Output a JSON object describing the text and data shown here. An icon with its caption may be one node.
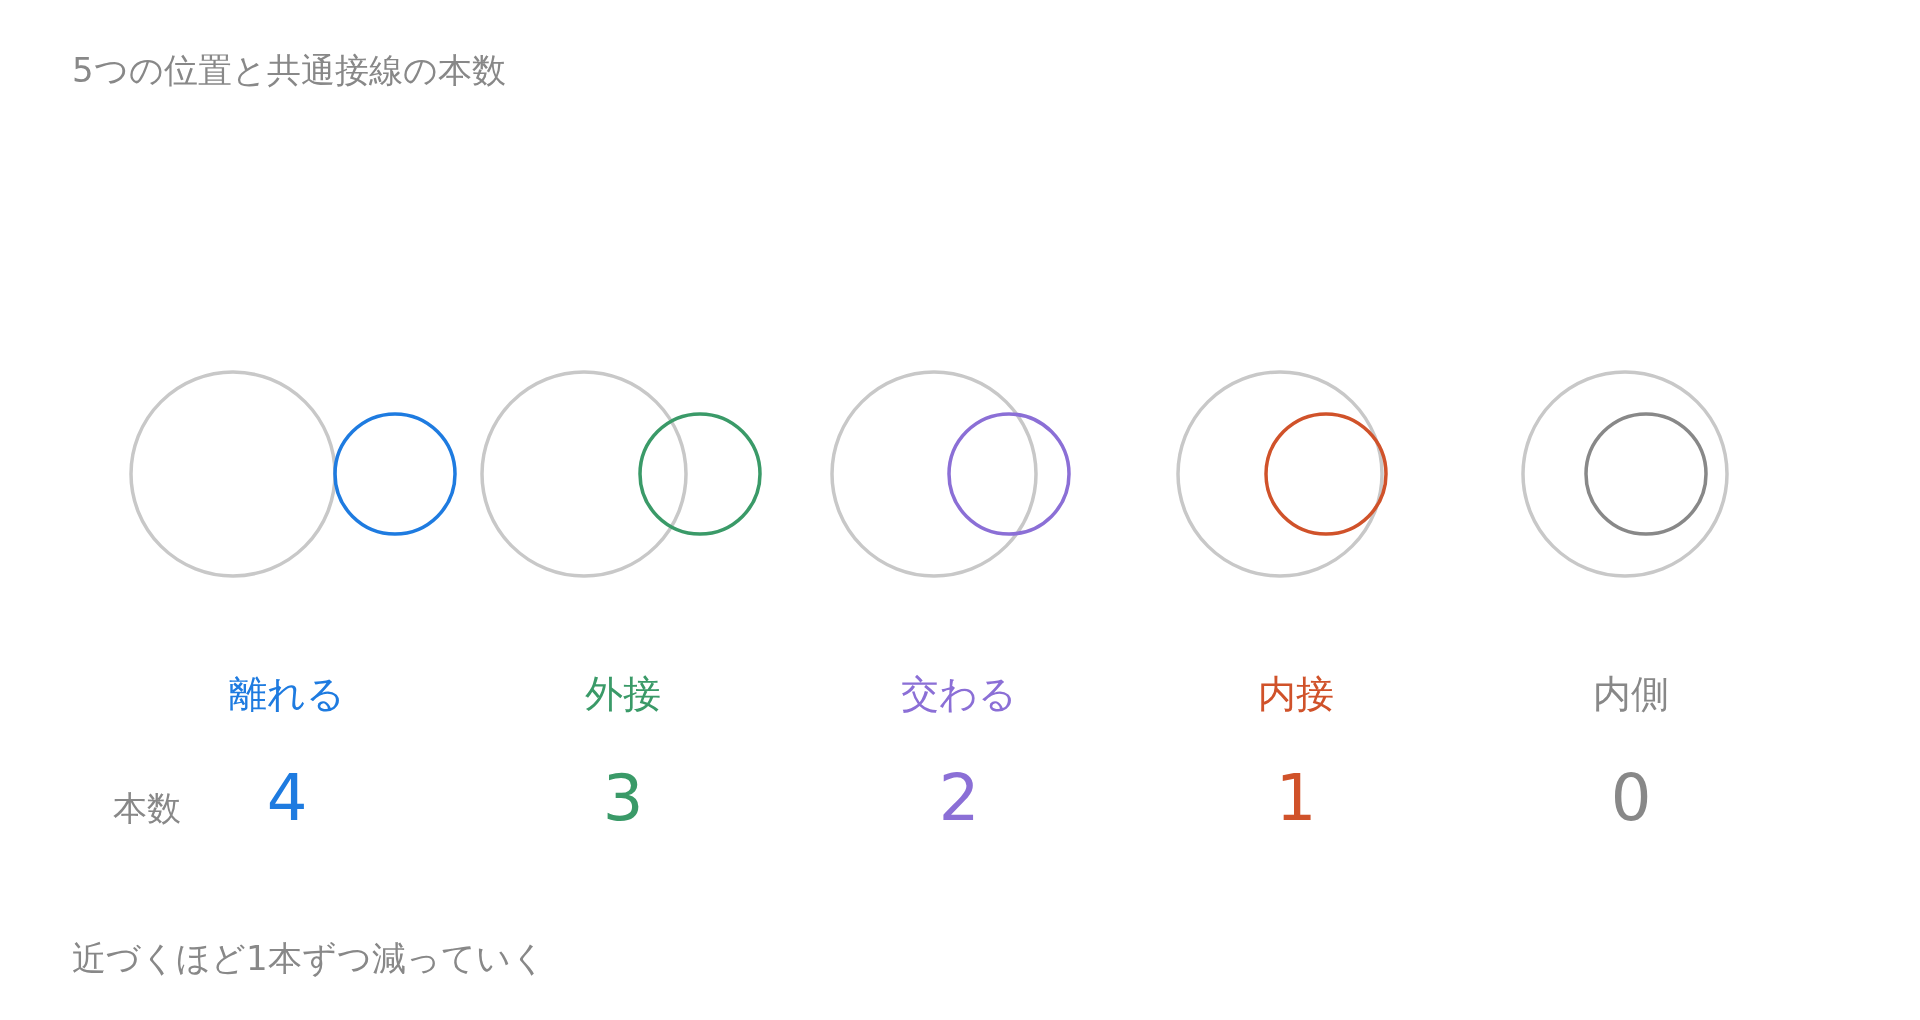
{
  "diagram": {
    "title": "5つの位置と共通接線の本数",
    "caption": "近づくほど1本ずつ減っていく",
    "labels": [
      "離れる",
      "外接",
      "交わる",
      "内接",
      "内側",
      "本数",
      "4",
      "3",
      "2",
      "1",
      "0"
    ]
  }
}
